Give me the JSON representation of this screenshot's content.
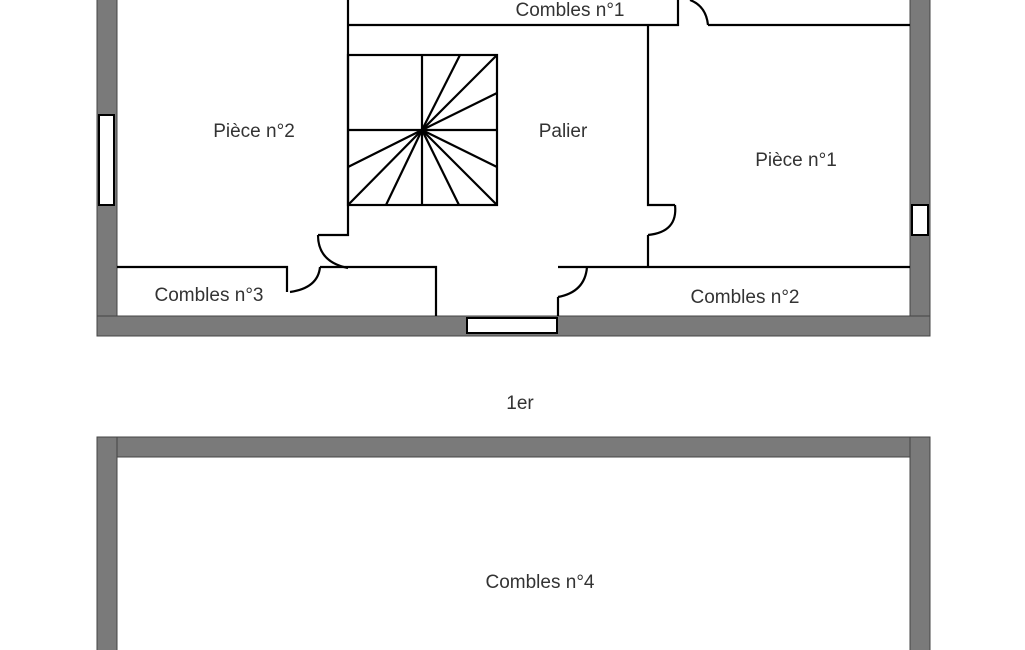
{
  "plan_upper": {
    "rooms": {
      "combles1": "Combles n°1",
      "piece2": "Pièce n°2",
      "palier": "Palier",
      "piece1": "Pièce n°1",
      "combles3": "Combles n°3",
      "combles2": "Combles n°2"
    }
  },
  "floor_label": "1er",
  "plan_lower": {
    "rooms": {
      "combles4": "Combles n°4"
    }
  }
}
